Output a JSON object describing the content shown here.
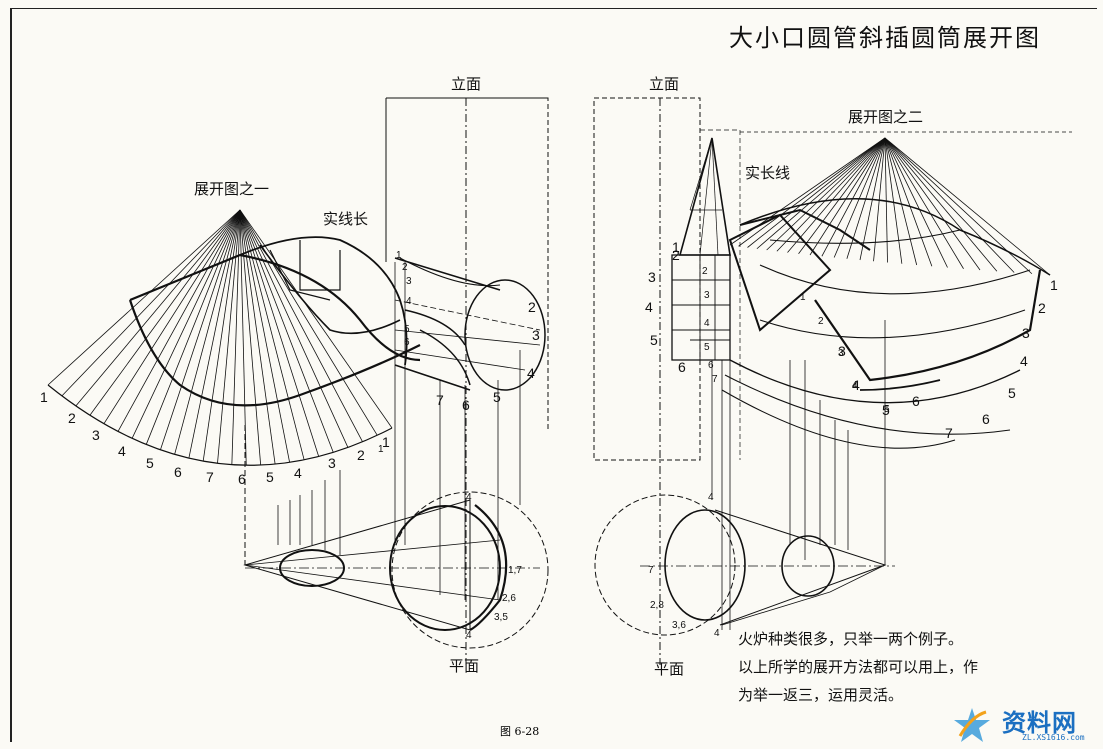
{
  "title": "大小口圆管斜插圆筒展开图",
  "labels": {
    "elevation_left": "立面",
    "elevation_right": "立面",
    "plan_left": "平面",
    "plan_right": "平面",
    "dev1": "展开图之一",
    "dev2": "展开图之二",
    "true_len_left": "实线长",
    "true_len_right": "实长线"
  },
  "caption": [
    "火炉种类很多，只举一两个例子。",
    "以上所学的展开方法都可以用上，作",
    "为举一返三，运用灵活。"
  ],
  "figure_no": "图 6-28",
  "watermark": {
    "name": "资料网",
    "url": "ZL.XS1616.com"
  },
  "numbers": {
    "left_arc": [
      "1",
      "2",
      "3",
      "4",
      "5",
      "6",
      "7",
      "6",
      "5",
      "4",
      "3",
      "2",
      "1"
    ],
    "left_circle": [
      "2",
      "3",
      "4",
      "5",
      "6",
      "7"
    ],
    "left_plan": [
      "4",
      "1,7",
      "2,6",
      "3,5",
      "4"
    ],
    "left_col": [
      "1",
      "2",
      "3",
      "4",
      "5",
      "6"
    ],
    "right_arc": [
      "1",
      "2",
      "3",
      "4",
      "5",
      "6",
      "7",
      "6",
      "5",
      "4",
      "3"
    ],
    "right_left": [
      "1",
      "2",
      "3",
      "4",
      "5",
      "6"
    ],
    "right_table": [
      "2",
      "3",
      "4",
      "5",
      "6",
      "7"
    ],
    "right_plan": [
      "4",
      "7",
      "2,8",
      "3,6",
      "4"
    ],
    "right_inner": [
      "1",
      "2",
      "3",
      "4",
      "5"
    ],
    "left_side": [
      "1"
    ]
  }
}
